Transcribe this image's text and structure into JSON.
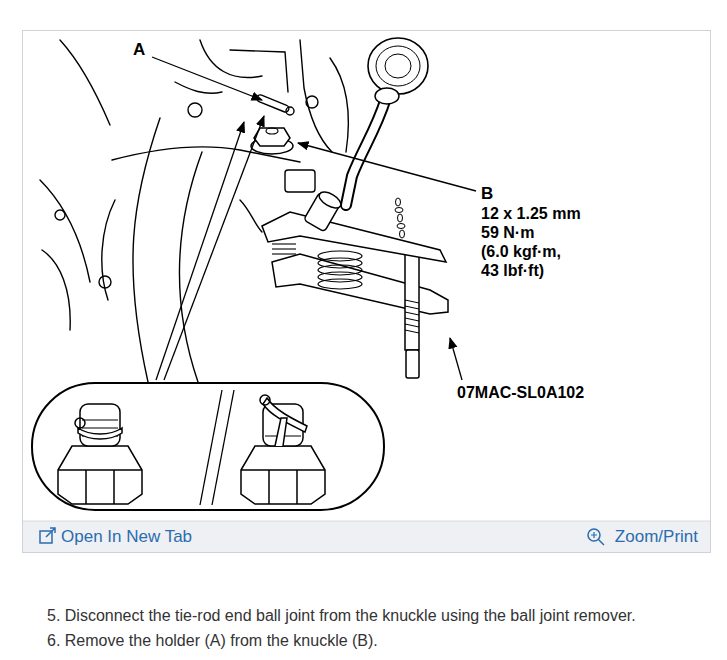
{
  "diagram": {
    "labels": [
      "A",
      "B",
      "12 x 1.25 mm",
      "59 N·m",
      "(6.0 kgf·m,",
      "43 lbf·ft)",
      "07MAC-SL0A102",
      "Open In New Tab",
      "Zoom/Print",
      "5. Disconnect the tie-rod end ball joint from the knuckle using the ball joint remover.",
      "6. Remove the holder (A) from the knuckle (B)."
    ]
  }
}
